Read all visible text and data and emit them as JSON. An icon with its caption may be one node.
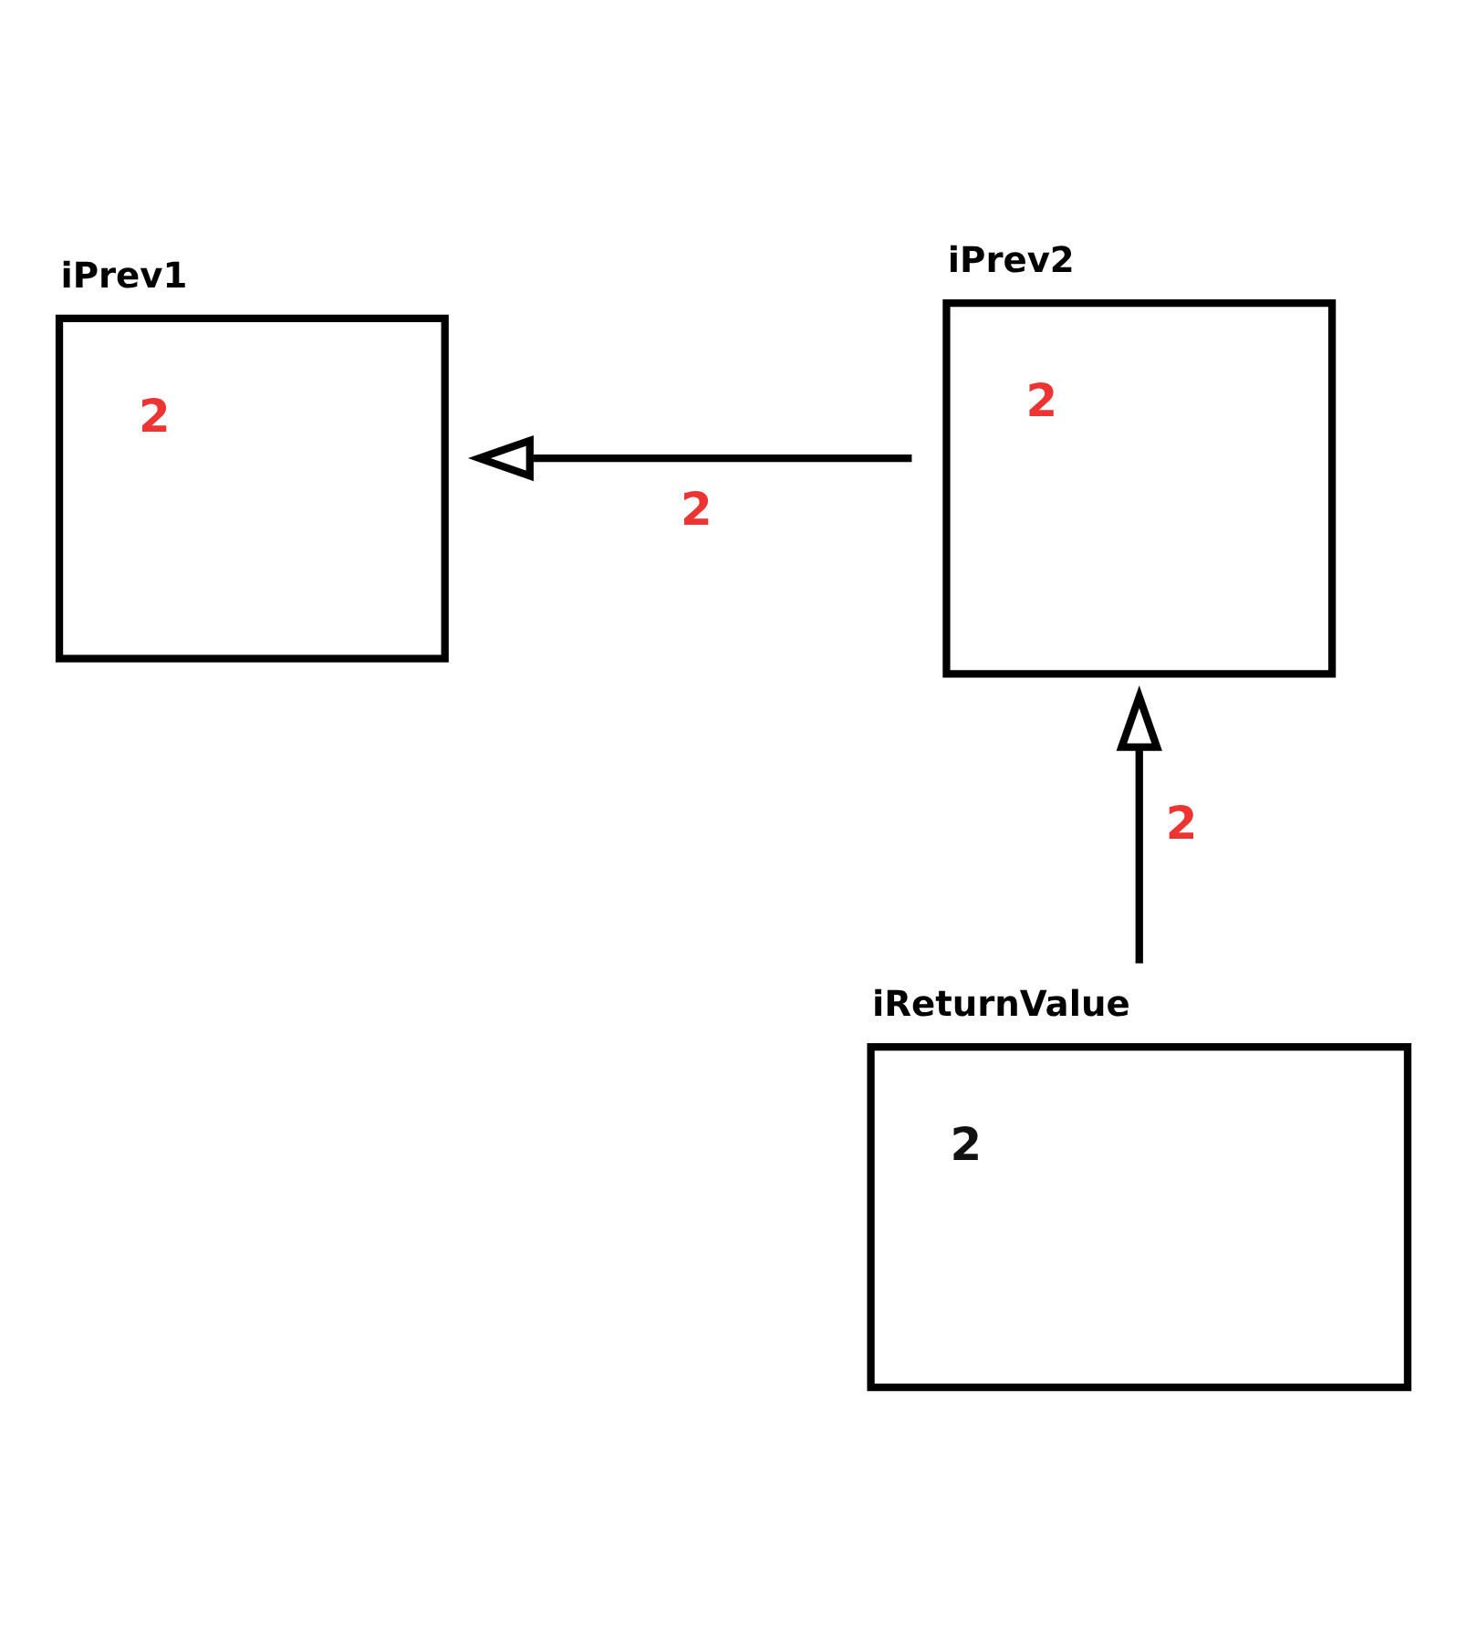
{
  "diagram": {
    "nodes": [
      {
        "text": [
          "iPrev1",
          "2"
        ]
      },
      {
        "text": [
          "iPrev2",
          "2"
        ]
      },
      {
        "text": [
          "iReturnValue",
          "2"
        ]
      }
    ],
    "edges": [
      {
        "from": 1,
        "to": 0,
        "arrow": "to",
        "label": "2"
      },
      {
        "from": 2,
        "to": 1,
        "arrow": "to",
        "label": "2"
      }
    ]
  }
}
